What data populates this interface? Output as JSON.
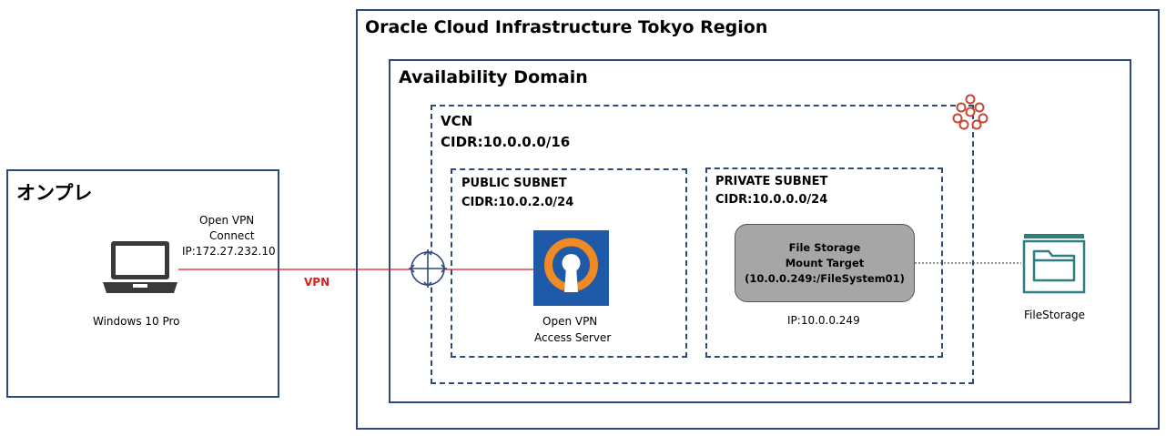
{
  "oci": {
    "title": "Oracle Cloud Infrastructure  Tokyo Region"
  },
  "ad": {
    "title": "Availability Domain"
  },
  "vcn": {
    "name": "VCN",
    "cidr": "CIDR:10.0.0.0/16"
  },
  "public_subnet": {
    "name": "PUBLIC SUBNET",
    "cidr": "CIDR:10.0.2.0/24"
  },
  "private_subnet": {
    "name": "PRIVATE SUBNET",
    "cidr": "CIDR:10.0.0.0/24"
  },
  "onprem": {
    "title": "オンプレ",
    "pc_label": "Windows 10 Pro"
  },
  "vpn_connect": {
    "line1": "Open VPN",
    "line2": "Connect",
    "line3": "IP:172.27.232.10"
  },
  "vpn_link": {
    "label": "VPN",
    "color": "#e31c1c"
  },
  "openvpn_server": {
    "line1": "Open VPN",
    "line2": "Access Server"
  },
  "mount_target": {
    "line1": "File Storage",
    "line2": "Mount Target",
    "line3": "(10.0.0.249:/FileSystem01)",
    "ip": "IP:10.0.0.249"
  },
  "file_storage": {
    "label": "FileStorage"
  },
  "colors": {
    "border": "#2f4a7a",
    "oracle_red": "#c74634",
    "storage_teal": "#2e7d80",
    "openvpn_orange": "#f08a24",
    "openvpn_blue": "#1e5aa8"
  },
  "icons": [
    "laptop-icon",
    "router-icon",
    "openvpn-logo-icon",
    "file-storage-icon",
    "vcn-icon"
  ]
}
